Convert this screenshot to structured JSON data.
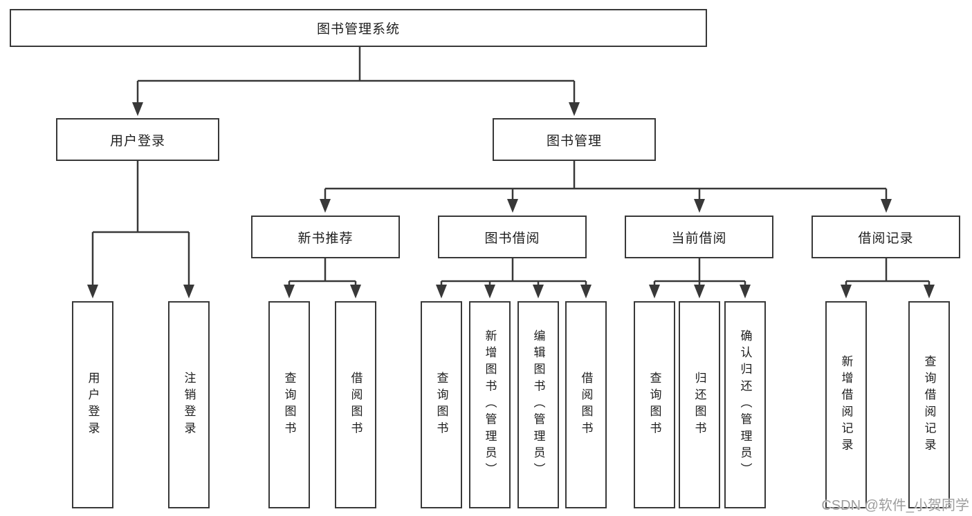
{
  "diagram": {
    "root": {
      "label": "图书管理系统"
    },
    "branches": [
      {
        "label": "用户登录",
        "children": [
          {
            "label": "用户登录"
          },
          {
            "label": "注销登录"
          }
        ]
      },
      {
        "label": "图书管理",
        "children": [
          {
            "label": "新书推荐",
            "children": [
              {
                "label": "查询图书"
              },
              {
                "label": "借阅图书"
              }
            ]
          },
          {
            "label": "图书借阅",
            "children": [
              {
                "label": "查询图书"
              },
              {
                "label": "新增图书（管理员）"
              },
              {
                "label": "编辑图书（管理员）"
              },
              {
                "label": "借阅图书"
              }
            ]
          },
          {
            "label": "当前借阅",
            "children": [
              {
                "label": "查询图书"
              },
              {
                "label": "归还图书"
              },
              {
                "label": "确认归还（管理员）"
              }
            ]
          },
          {
            "label": "借阅记录",
            "children": [
              {
                "label": "新增借阅记录"
              },
              {
                "label": "查询借阅记录"
              }
            ]
          }
        ]
      }
    ]
  },
  "watermark": {
    "text": "CSDN @软件_小贺同学"
  },
  "colors": {
    "line": "#383838",
    "text": "#1e1e1e",
    "background": "#ffffff",
    "watermark": "#9d9d9d"
  }
}
